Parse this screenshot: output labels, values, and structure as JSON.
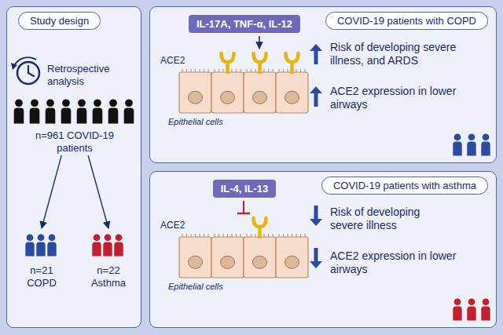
{
  "diagram": {
    "nodes": [
      {
        "text": [
          "Study design"
        ]
      },
      {
        "text": [
          "n=961 COVID-19 patients"
        ],
        "in": 0
      },
      {
        "text": [
          "n=21 COPD"
        ],
        "in": 0
      },
      {
        "text": [
          "n=22 Asthma"
        ],
        "in": 0
      },
      {
        "text": [
          "COVID-19 patients with COPD"
        ]
      },
      {
        "text": [
          "IL-17A, TNF-α, IL-12"
        ],
        "in": 4
      },
      {
        "text": [
          "COVID-19 patients with asthma"
        ]
      },
      {
        "text": [
          "IL-4, IL-13"
        ],
        "in": 6
      }
    ],
    "edges": [
      {
        "from": 1,
        "to": 2,
        "arrow": "to"
      },
      {
        "from": 1,
        "to": 3,
        "arrow": "to"
      }
    ],
    "labels": [
      "Retrospective analysis",
      "ACE2",
      "Epithelial cells",
      "Risk of developing severe illness, and ARDS",
      "ACE2 expression in lower airways",
      "ACE2",
      "Epithelial cells",
      "Risk of developing severe illness",
      "ACE2 expression in lower airways"
    ]
  }
}
